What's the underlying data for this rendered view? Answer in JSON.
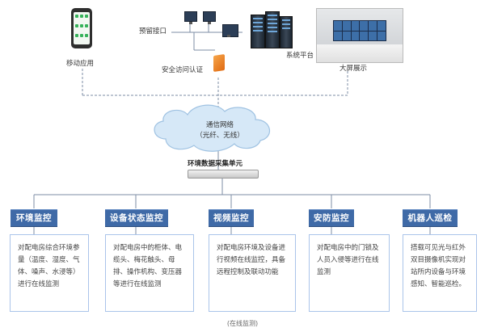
{
  "top": {
    "mobile_app_label": "移动应用",
    "reserved_interface_label": "预留接口",
    "system_platform_label": "系统平台",
    "secure_access_label": "安全访问认证",
    "big_screen_label": "大屏展示"
  },
  "network": {
    "cloud_line1": "通信网络",
    "cloud_line2": "（光纤、无线）",
    "collector_label": "环境数据采集单元"
  },
  "categories": [
    {
      "title": "环境监控",
      "description": "对配电房综合环境参量（温度、湿度、气体、噪声、水浸等）进行在线监测"
    },
    {
      "title": "设备状态监控",
      "description": "对配电房中的柜体、电缆头、梅花触头、母排、操作机构、变压器等进行在线监测"
    },
    {
      "title": "视频监控",
      "description": "对配电房环境及设备进行视频在线监控，具备远程控制及联动功能"
    },
    {
      "title": "安防监控",
      "description": "对配电房中的门锁及人员入侵等进行在线监测"
    },
    {
      "title": "机器人巡检",
      "description": "搭载可见光与红外双目摄像机实现对站所内设备与环境感知、智能巡检。"
    }
  ],
  "caption": "(在线监测)"
}
